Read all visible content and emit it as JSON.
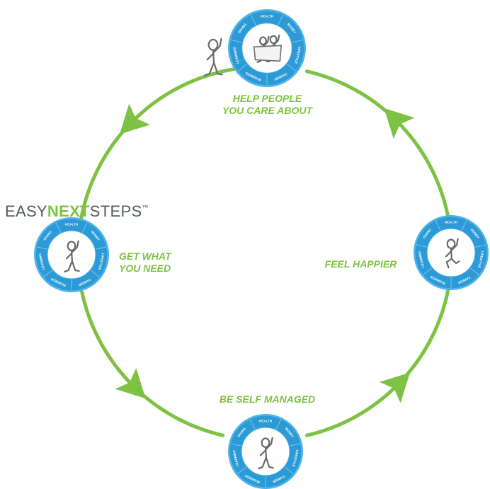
{
  "colors": {
    "accent_green": "#7dc242",
    "badge_blue": "#2b9ad6",
    "badge_blue_light": "#4fb3e6",
    "brand_gray": "#555b64",
    "brand_green": "#7dc242",
    "figure_gray": "#6b6b6b"
  },
  "logo": {
    "part1": "EASY",
    "part2": "NEXT",
    "part3": "STEPS",
    "tm": "™"
  },
  "steps": {
    "help": {
      "line1": "HELP PEOPLE",
      "line2": "YOU CARE ABOUT",
      "figure": "people-with-map-icon"
    },
    "feel": {
      "line1": "FEEL HAPPIER",
      "figure": "jumping-person-icon"
    },
    "self": {
      "line1": "BE SELF MANAGED",
      "figure": "waving-person-icon"
    },
    "get": {
      "line1": "GET WHAT",
      "line2": "YOU NEED",
      "figure": "waving-person-icon"
    }
  },
  "badge_segments": [
    "HEALTH",
    "MONEY",
    "LIFESTYLE",
    "CAREER",
    "BUSINESS",
    "LEARNING",
    "GIVING"
  ]
}
